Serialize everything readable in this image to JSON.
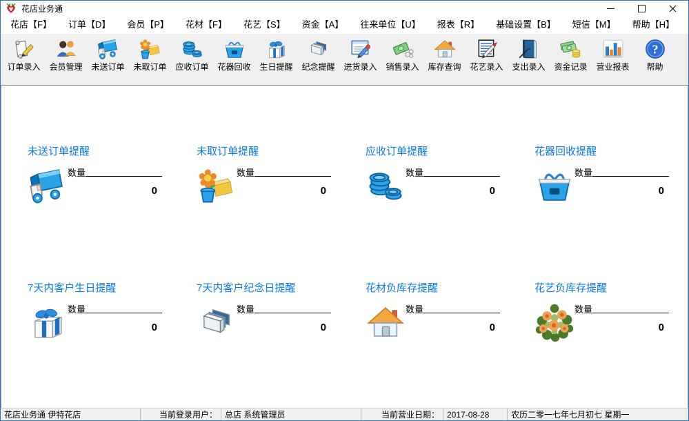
{
  "window": {
    "title": "花店业务通"
  },
  "menu": {
    "items": [
      {
        "label": "花店【F】",
        "name": "shop"
      },
      {
        "label": "订单【D】",
        "name": "orders"
      },
      {
        "label": "会员【P】",
        "name": "members"
      },
      {
        "label": "花材【F】",
        "name": "materials"
      },
      {
        "label": "花艺【S】",
        "name": "floristry"
      },
      {
        "label": "资金【A】",
        "name": "funds"
      },
      {
        "label": "往来单位【U】",
        "name": "contacts"
      },
      {
        "label": "报表【R】",
        "name": "reports"
      },
      {
        "label": "基础设置【B】",
        "name": "settings"
      },
      {
        "label": "短信【M】",
        "name": "sms"
      },
      {
        "label": "帮助【H】",
        "name": "help"
      }
    ]
  },
  "toolbar": {
    "items": [
      {
        "label": "订单录入",
        "icon": "scroll-pen",
        "name": "order-entry"
      },
      {
        "label": "会员管理",
        "icon": "members",
        "name": "member-management"
      },
      {
        "label": "未送订单",
        "icon": "truck",
        "name": "undelivered-orders"
      },
      {
        "label": "未取订单",
        "icon": "flower-box",
        "name": "unpicked-orders"
      },
      {
        "label": "应收订单",
        "icon": "coins",
        "name": "receivable-orders"
      },
      {
        "label": "花器回收",
        "icon": "basket",
        "name": "vase-recycle"
      },
      {
        "label": "生日提醒",
        "icon": "gift",
        "name": "birthday-reminder"
      },
      {
        "label": "纪念提醒",
        "icon": "boxes",
        "name": "anniversary-reminder"
      },
      {
        "label": "进货录入",
        "icon": "doc-pen",
        "name": "purchase-entry"
      },
      {
        "label": "销售录入",
        "icon": "money-sale",
        "name": "sales-entry"
      },
      {
        "label": "库存查询",
        "icon": "house",
        "name": "stock-query"
      },
      {
        "label": "花艺录入",
        "icon": "notepad-pen",
        "name": "floristry-entry"
      },
      {
        "label": "支出录入",
        "icon": "book",
        "name": "expense-entry"
      },
      {
        "label": "资金记录",
        "icon": "cash",
        "name": "fund-records"
      },
      {
        "label": "营业报表",
        "icon": "chart",
        "name": "business-report"
      },
      {
        "label": "帮助",
        "icon": "help",
        "name": "help"
      }
    ]
  },
  "panels": [
    {
      "title": "未送订单提醒",
      "icon": "truck",
      "qty_label": "数量",
      "value": "0",
      "name": "undelivered-orders-reminder"
    },
    {
      "title": "未取订单提醒",
      "icon": "flower-box",
      "qty_label": "数量",
      "value": "0",
      "name": "unpicked-orders-reminder"
    },
    {
      "title": "应收订单提醒",
      "icon": "coins",
      "qty_label": "数量",
      "value": "0",
      "name": "receivable-orders-reminder"
    },
    {
      "title": "花器回收提醒",
      "icon": "basket",
      "qty_label": "数量",
      "value": "0",
      "name": "vase-recycle-reminder"
    },
    {
      "title": "7天内客户生日提醒",
      "icon": "gift",
      "qty_label": "数量",
      "value": "0",
      "name": "birthday-7day-reminder"
    },
    {
      "title": "7天内客户纪念日提醒",
      "icon": "boxes",
      "qty_label": "数量",
      "value": "0",
      "name": "anniversary-7day-reminder"
    },
    {
      "title": "花材负库存提醒",
      "icon": "house",
      "qty_label": "数量",
      "value": "0",
      "name": "material-negative-stock-reminder"
    },
    {
      "title": "花艺负库存提醒",
      "icon": "bouquet",
      "qty_label": "数量",
      "value": "0",
      "name": "floristry-negative-stock-reminder"
    }
  ],
  "statusbar": {
    "segments": [
      {
        "text": "花店业务通 伊特花店",
        "name": "app-and-store"
      },
      {
        "text": "当前登录用户：",
        "name": "login-user-label"
      },
      {
        "text": "总店  系统管理员",
        "name": "login-user-value"
      },
      {
        "text": "当前营业日期：",
        "name": "business-date-label"
      },
      {
        "text": "2017-08-28",
        "name": "business-date-value"
      },
      {
        "text": "农历二零一七年七月初七  星期一",
        "name": "lunar-date"
      }
    ]
  },
  "colors": {
    "panel_title": "#0b7bf0",
    "toolbar_bg": "#f0f0f0",
    "window_border": "#2e75c8"
  }
}
